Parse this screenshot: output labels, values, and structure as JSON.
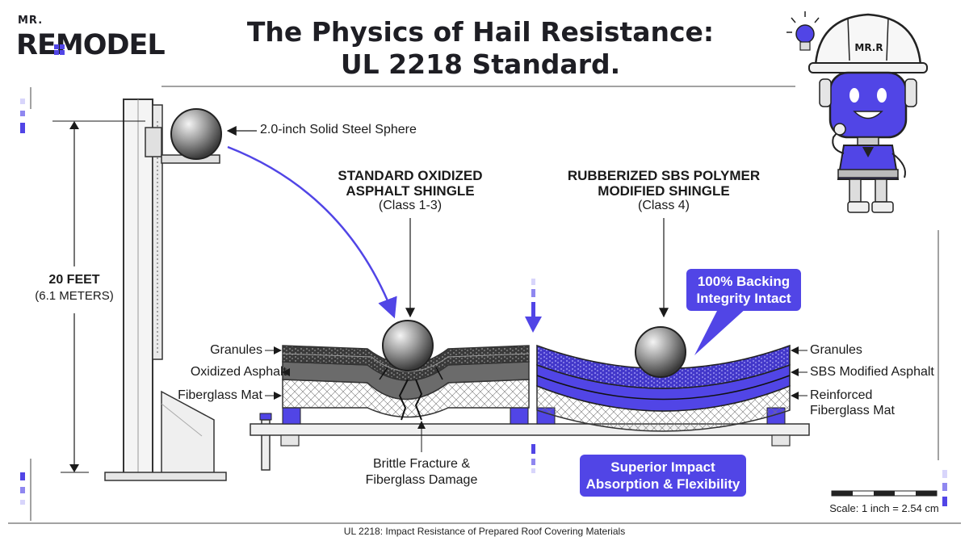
{
  "brand": {
    "prefix": "MR.",
    "name_part1": "RE",
    "name_part2": "MODEL"
  },
  "mascot": {
    "helmet_text": "MR.R"
  },
  "title": {
    "line1": "The Physics of Hail Resistance:",
    "line2": "UL 2218 Standard."
  },
  "apparatus": {
    "sphere_label": "2.0-inch Solid Steel Sphere",
    "height_label": "20 FEET",
    "height_metric": "(6.1 METERS)"
  },
  "left_shingle": {
    "heading_line1": "STANDARD OXIDIZED",
    "heading_line2": "ASPHALT SHINGLE",
    "class_label": "(Class 1-3)",
    "layers": [
      "Granules",
      "Oxidized Asphalt",
      "Fiberglass Mat"
    ],
    "damage_line1": "Brittle Fracture &",
    "damage_line2": "Fiberglass Damage"
  },
  "right_shingle": {
    "heading_line1": "RUBBERIZED SBS POLYMER",
    "heading_line2": "MODIFIED SHINGLE",
    "class_label": "(Class 4)",
    "layers": [
      "Granules",
      "SBS Modified Asphalt",
      "Reinforced",
      "Fiberglass Mat"
    ],
    "callout_line1": "100% Backing",
    "callout_line2": "Integrity Intact",
    "benefit_line1": "Superior Impact",
    "benefit_line2": "Absorption & Flexibility"
  },
  "scale_label": "Scale: 1 inch = 2.54 cm",
  "footer": "UL 2218: Impact Resistance of Prepared Roof Covering Materials",
  "colors": {
    "accent": "#5145e6",
    "ink": "#1e1e24"
  }
}
